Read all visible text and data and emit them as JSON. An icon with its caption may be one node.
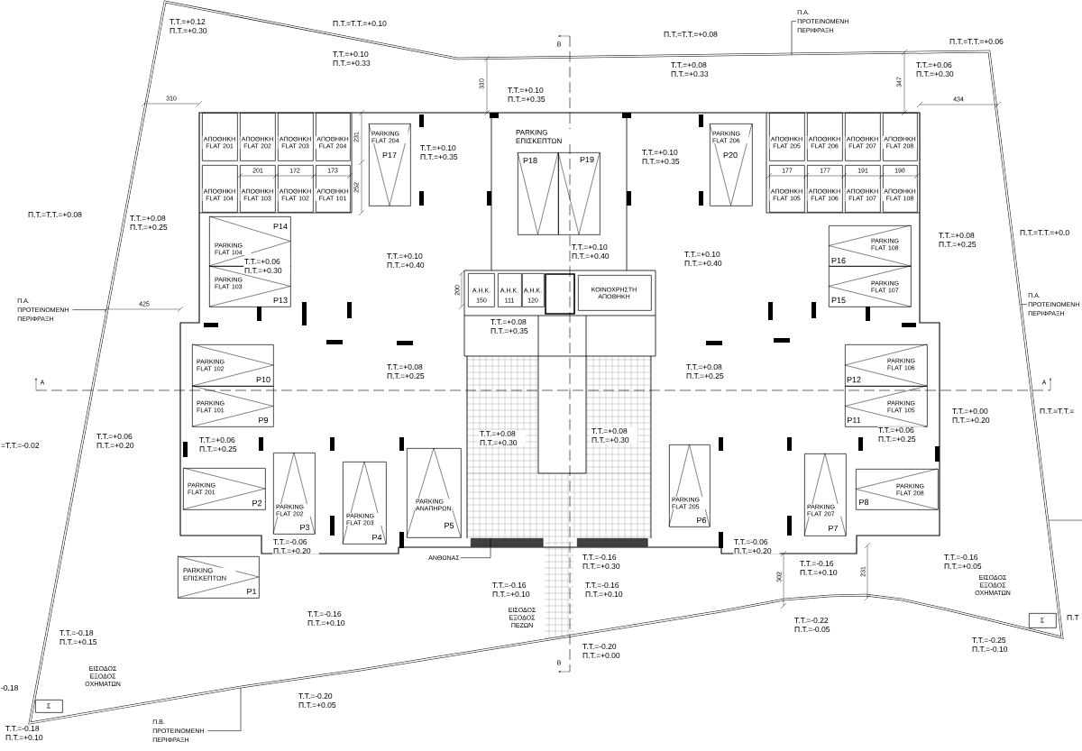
{
  "diagram": {
    "nodes": [
      {
        "text": [
          "ΑΠΟΘΗΚΗ FLAT 201"
        ]
      },
      {
        "text": [
          "ΑΠΟΘΗΚΗ FLAT 202"
        ]
      },
      {
        "text": [
          "ΑΠΟΘΗΚΗ FLAT 203"
        ]
      },
      {
        "text": [
          "ΑΠΟΘΗΚΗ FLAT 204"
        ]
      },
      {
        "text": [
          "ΑΠΟΘΗΚΗ FLAT 104"
        ]
      },
      {
        "text": [
          "ΑΠΟΘΗΚΗ FLAT 103"
        ]
      },
      {
        "text": [
          "ΑΠΟΘΗΚΗ FLAT 102"
        ]
      },
      {
        "text": [
          "ΑΠΟΘΗΚΗ FLAT 101"
        ]
      },
      {
        "text": [
          "PARKING FLAT 204",
          "P17"
        ]
      },
      {
        "text": [
          "P18"
        ]
      },
      {
        "text": [
          "P19"
        ]
      },
      {
        "text": [
          "PARKING FLAT 206",
          "P20"
        ]
      },
      {
        "text": [
          "ΑΠΟΘΗΚΗ FLAT 205"
        ]
      },
      {
        "text": [
          "ΑΠΟΘΗΚΗ FLAT 206"
        ]
      },
      {
        "text": [
          "ΑΠΟΘΗΚΗ FLAT 207"
        ]
      },
      {
        "text": [
          "ΑΠΟΘΗΚΗ FLAT 208"
        ]
      },
      {
        "text": [
          "ΑΠΟΘΗΚΗ FLAT 105"
        ]
      },
      {
        "text": [
          "ΑΠΟΘΗΚΗ FLAT 106"
        ]
      },
      {
        "text": [
          "ΑΠΟΘΗΚΗ FLAT 107"
        ]
      },
      {
        "text": [
          "ΑΠΟΘΗΚΗ FLAT 108"
        ]
      },
      {
        "text": [
          "PARKING FLAT 104",
          "P14"
        ]
      },
      {
        "text": [
          "PARKING FLAT 103",
          "P13"
        ]
      },
      {
        "text": [
          "PARKING FLAT 108",
          "P16"
        ]
      },
      {
        "text": [
          "PARKING FLAT 107",
          "P15"
        ]
      },
      {
        "text": [
          "Α.Η.Κ."
        ]
      },
      {
        "text": [
          "Α.Η.Κ."
        ]
      },
      {
        "text": [
          "Α.Η.Κ."
        ]
      },
      {
        "text": [
          "ΚΟΙΝΟΧΡΗΣΤΗ ΑΠΟΘΗΚΗ"
        ]
      },
      {
        "text": [
          "PARKING FLAT 102",
          "P10"
        ]
      },
      {
        "text": [
          "PARKING FLAT 101",
          "P9"
        ]
      },
      {
        "text": [
          "PARKING FLAT 106",
          "P12"
        ]
      },
      {
        "text": [
          "PARKING FLAT 105",
          "P11"
        ]
      },
      {
        "text": [
          "PARKING FLAT 201",
          "P2"
        ]
      },
      {
        "text": [
          "PARKING FLAT 202",
          "P3"
        ]
      },
      {
        "text": [
          "PARKING FLAT 203",
          "P4"
        ]
      },
      {
        "text": [
          "PARKING ΑΝΑΠΗΡΩΝ",
          "P5"
        ]
      },
      {
        "text": [
          "PARKING FLAT 205",
          "P6"
        ]
      },
      {
        "text": [
          "PARKING FLAT 207",
          "P7"
        ]
      },
      {
        "text": [
          "PARKING FLAT 208",
          "P8"
        ]
      },
      {
        "text": [
          "PARKING ΕΠΙΣΚΕΠΤΩΝ",
          "P1"
        ]
      },
      {
        "text": [
          "Π.Α. ΠΡΟΤΕΙΝΟΜΕΝΗ ΠΕΡΙΦΡΑΞΗ"
        ]
      },
      {
        "text": [
          "Π.Α. ΠΡΟΤΕΙΝΟΜΕΝΗ ΠΕΡΙΦΡΑΞΗ"
        ]
      },
      {
        "text": [
          "Π.Α. ΠΡΟΤΕΙΝΟΜΕΝΗ ΠΕΡΙΦΡΑΞΗ"
        ]
      },
      {
        "text": [
          "ΑΝΘΩΝΑΣ"
        ]
      },
      {
        "text": [
          "Σ"
        ]
      },
      {
        "text": [
          "Σ"
        ]
      },
      {
        "text": [
          "Π.Β. ΠΡΟΤΕΙΝΟΜΕΝΗ ΠΕΡΙΦΡΑΞΗ"
        ]
      },
      {
        "text": [],
        "shape": "box"
      },
      {
        "text": [],
        "shape": "box"
      }
    ],
    "edges": [
      {
        "from": 40,
        "to": null,
        "arrow": "none"
      },
      {
        "from": 41,
        "to": null,
        "arrow": "none"
      },
      {
        "from": 42,
        "to": null,
        "arrow": "none"
      },
      {
        "from": 43,
        "to": 47,
        "arrow": "none"
      },
      {
        "from": 46,
        "to": null,
        "arrow": "none"
      }
    ],
    "labels": [
      "Τ.Τ.=+0.12 Π.Τ.=+0.30",
      "Π.Τ.=Τ.Τ.=+0.10",
      "Τ.Τ.=+0.10 Π.Τ.=+0.33",
      "Π.Τ.=Τ.Τ.=+0.08",
      "B",
      "Τ.Τ.=+0.08 Π.Τ.=+0.33",
      "Π.Τ.=Τ.Τ.=+0.06",
      "Τ.Τ.=+0.06 Π.Τ.=+0.30",
      "Τ.Τ.=+0.10 Π.Τ.=+0.35",
      "310",
      "310",
      "347",
      "434",
      "231",
      "252",
      "201",
      "172",
      "173",
      "177",
      "177",
      "191",
      "198",
      "PARKING ΕΠΙΣΚΕΠΤΩΝ",
      "Τ.Τ.=+0.10 Π.Τ.=+0.35",
      "Τ.Τ.=+0.10 Π.Τ.=+0.35",
      "Π.Τ.=Τ.Τ.=+0.08",
      "Τ.Τ.=+0.08 Π.Τ.=+0.25",
      "Π.Τ.=Τ.Τ.=+0.0",
      "Τ.Τ.=+0.08 Π.Τ.=+0.25",
      "Τ.Τ.=+0.10 Π.Τ.=+0.40",
      "Τ.Τ.=+0.10 Π.Τ.=+0.40",
      "Τ.Τ.=+0.10 Π.Τ.=+0.40",
      "Τ.Τ.=+0.06 Π.Τ.=+0.30",
      "425",
      "200",
      "150",
      "111",
      "120",
      "Τ.Τ.=+0.08 Π.Τ.=+0.35",
      "Τ.Τ.=+0.08 Π.Τ.=+0.25",
      "Τ.Τ.=+0.08 Π.Τ.=+0.25",
      "A",
      "A",
      "Τ.Τ.=+0.00 Π.Τ.=+0.20",
      "Π.Τ.=Τ.Τ.=",
      "Τ.Τ.=+0.06 Π.Τ.=+0.20",
      "=Τ.Τ.=-0.02",
      "Τ.Τ.=+0.06 Π.Τ.=+0.25",
      "Τ.Τ.=+0.08 Π.Τ.=+0.30",
      "Τ.Τ.=+0.08 Π.Τ.=+0.30",
      "Τ.Τ.=+0.06 Π.Τ.=+0.25",
      "Τ.Τ.=-0.06 Π.Τ.=+0.20",
      "Τ.Τ.=-0.06 Π.Τ.=+0.20",
      "Τ.Τ.=-0.16 Π.Τ.=+0.30",
      "Τ.Τ.=-0.16 Π.Τ.=+0.10",
      "Τ.Τ.=-0.16 Π.Τ.=+0.05",
      "302",
      "231",
      "Τ.Τ.=-0.16 Π.Τ.=+0.10",
      "Τ.Τ.=-0.16 Π.Τ.=+0.10",
      "ΕΙΣΟΔΟΣ ΕΞΟΔΟΣ ΟΧΗΜΑΤΩΝ",
      "Τ.Τ.=-0.16 Π.Τ.=+0.10",
      "ΕΙΣΟΔΟΣ ΕΞΟΔΟΣ ΠΕΖΩΝ",
      "Τ.Τ.=-0.22 Π.Τ.=-0.05",
      "Π.Τ",
      "Τ.Τ.=-0.18 Π.Τ.=+0.15",
      "Τ.Τ.=-0.25 Π.Τ.=-0.10",
      "Τ.Τ.=-0.20 Π.Τ.=+0.00",
      "B",
      "ΕΙΣΟΔΟΣ ΕΞΟΔΟΣ ΟΧΗΜΑΤΩΝ",
      "-0.18",
      "Τ.Τ.=-0.20 Π.Τ.=+0.05",
      "Τ.Τ.=-0.18 Π.Τ.=+0.10"
    ]
  }
}
